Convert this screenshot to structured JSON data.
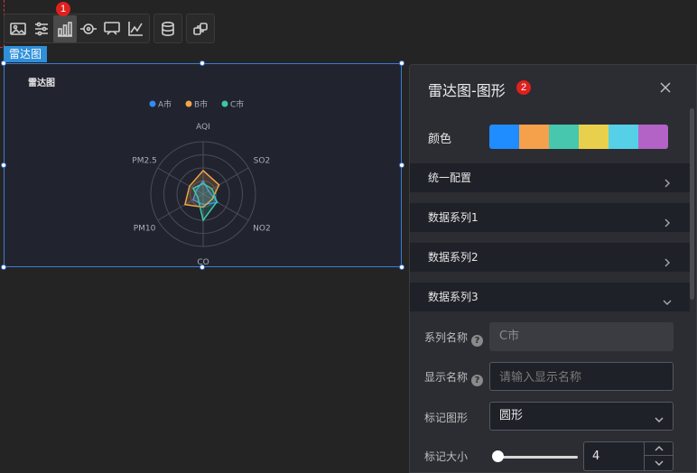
{
  "badges": {
    "toolbar_badge": "1",
    "panel_badge": "2"
  },
  "toolbar": {
    "groups": [
      [
        "image-icon",
        "sliders-icon",
        "bar-chart-icon",
        "target-icon",
        "screen-icon",
        "line-chart-icon"
      ],
      [
        "database-icon"
      ],
      [
        "link-icon"
      ]
    ]
  },
  "component": {
    "label": "雷达图",
    "chart_title": "雷达图"
  },
  "chart_data": {
    "type": "radar",
    "title": "雷达图",
    "indicators": [
      "AQI",
      "SO2",
      "NO2",
      "CO",
      "PM10",
      "PM2.5"
    ],
    "max": 100,
    "rings": 4,
    "legend_position": "top-center",
    "series": [
      {
        "name": "A市",
        "color": "#2f8cf5",
        "values": [
          25,
          12,
          32,
          20,
          22,
          15
        ]
      },
      {
        "name": "B市",
        "color": "#f2a44b",
        "values": [
          45,
          35,
          20,
          25,
          40,
          30
        ]
      },
      {
        "name": "C市",
        "color": "#3ec7a7",
        "values": [
          20,
          20,
          30,
          50,
          12,
          22
        ]
      }
    ]
  },
  "panel": {
    "title": "雷达图-图形",
    "color_label": "颜色",
    "palette": [
      "#1f8cff",
      "#f5a04b",
      "#47c7ae",
      "#e9d04c",
      "#55d0e6",
      "#b363c6"
    ],
    "sections": [
      {
        "label": "统一配置",
        "expanded": false
      },
      {
        "label": "数据系列1",
        "expanded": false
      },
      {
        "label": "数据系列2",
        "expanded": false
      },
      {
        "label": "数据系列3",
        "expanded": true
      }
    ],
    "series_name_label": "系列名称",
    "series_name_value": "C市",
    "display_name_label": "显示名称",
    "display_name_placeholder": "请输入显示名称",
    "marker_shape_label": "标记图形",
    "marker_shape_value": "圆形",
    "marker_size_label": "标记大小",
    "marker_size_value": "4",
    "marker_size_fraction": 0.05
  }
}
